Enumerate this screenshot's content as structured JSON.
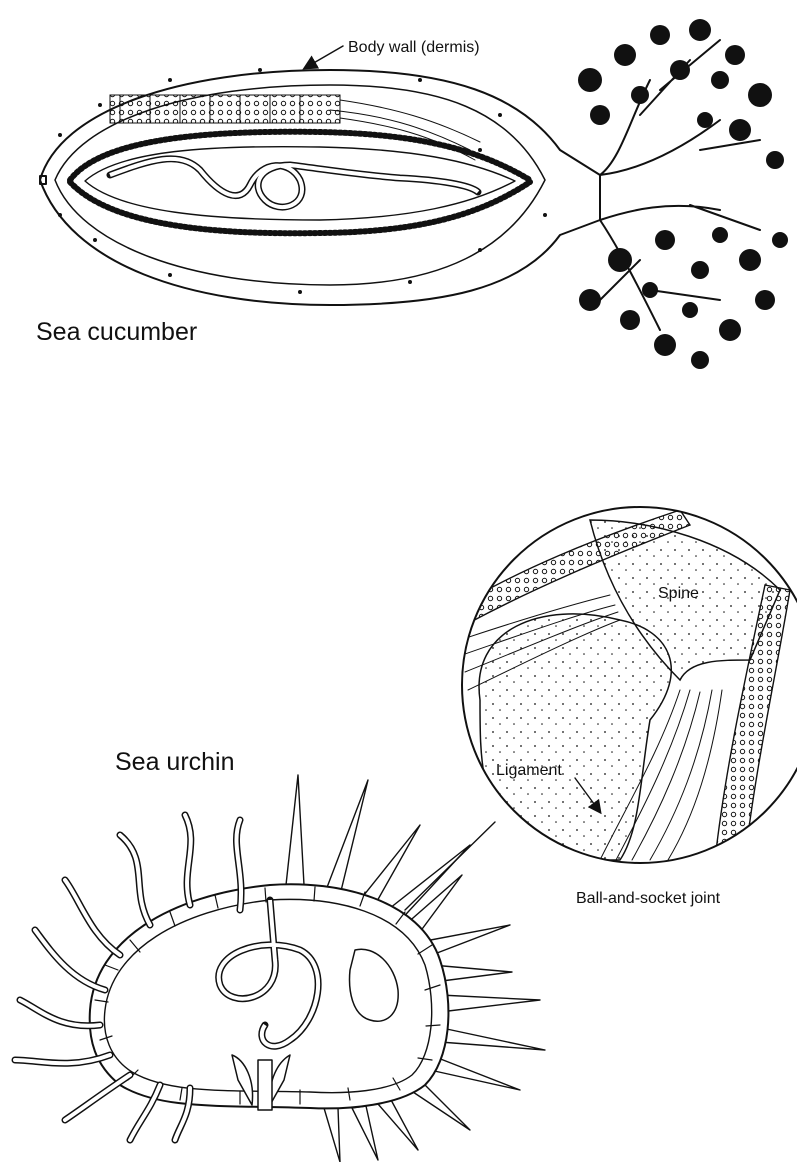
{
  "sea_cucumber": {
    "title": "Sea cucumber",
    "body_wall_label": "Body wall (dermis)"
  },
  "sea_urchin": {
    "title": "Sea urchin",
    "spine_label": "Spine",
    "ligament_label": "Ligament",
    "joint_caption": "Ball-and-socket joint"
  },
  "colors": {
    "ink": "#111111",
    "paper": "#ffffff"
  }
}
